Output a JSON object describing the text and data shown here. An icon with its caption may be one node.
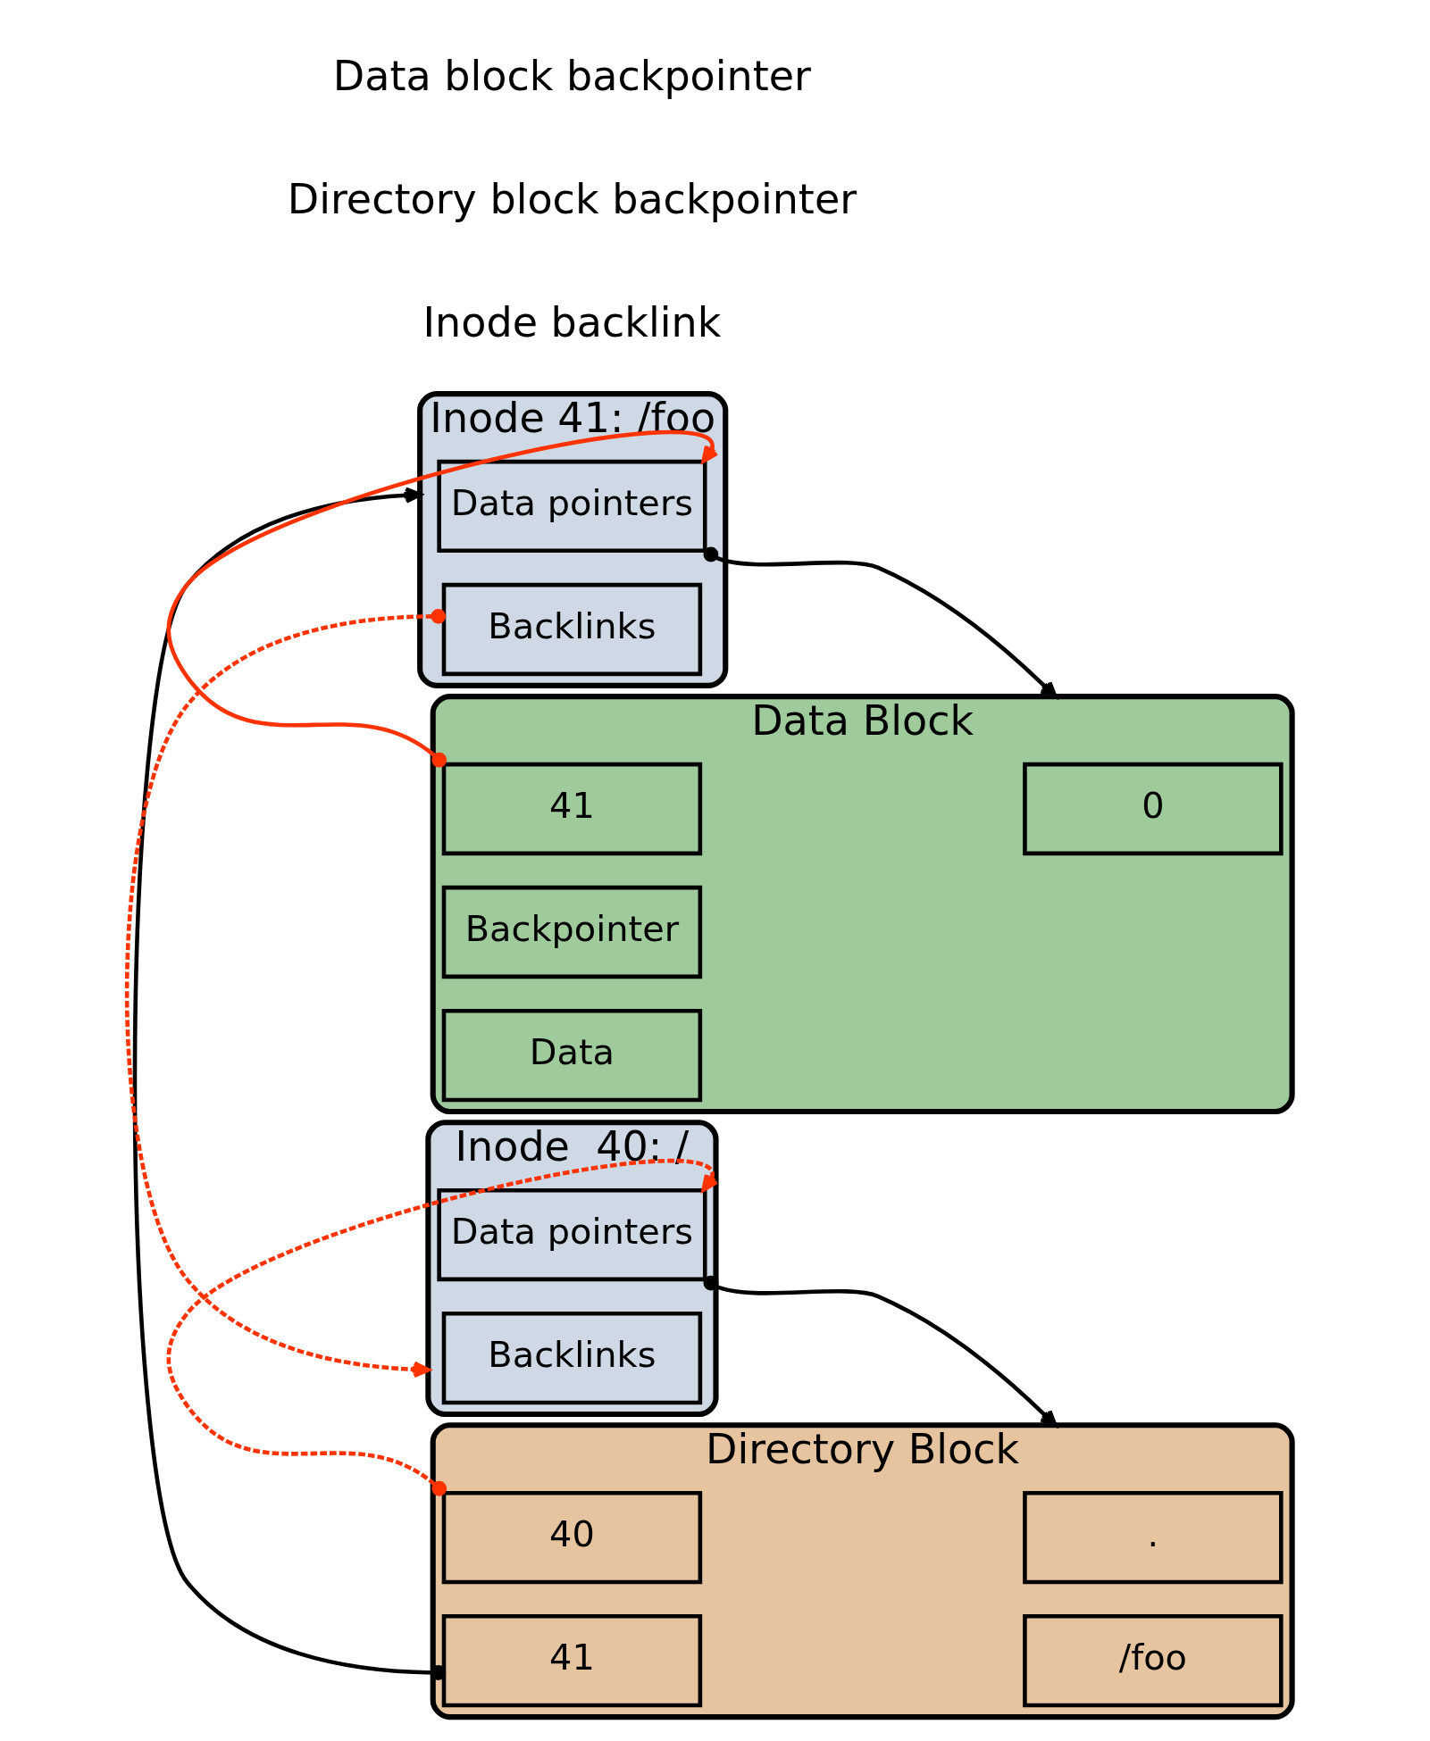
{
  "diagram": {
    "nodes": [
      {
        "text": [
          "Inode  40: /"
        ]
      },
      {
        "text": [
          "Data pointers"
        ],
        "in": 0
      },
      {
        "text": [
          "Backlinks"
        ],
        "in": 0
      },
      {
        "text": [
          "Directory Block"
        ]
      },
      {
        "text": [
          "40"
        ],
        "in": 3
      },
      {
        "text": [
          "."
        ],
        "in": 3
      },
      {
        "text": [
          "41"
        ],
        "in": 3
      },
      {
        "text": [
          "/foo"
        ],
        "in": 3
      },
      {
        "text": [
          "Inode 41: /foo"
        ]
      },
      {
        "text": [
          "Data pointers"
        ],
        "in": 8
      },
      {
        "text": [
          "Backlinks"
        ],
        "in": 8
      },
      {
        "text": [
          "Data Block"
        ]
      },
      {
        "text": [
          "41"
        ],
        "in": 11
      },
      {
        "text": [
          "0"
        ],
        "in": 11
      },
      {
        "text": [
          "Backpointer"
        ],
        "in": 11
      },
      {
        "text": [
          "Data"
        ],
        "in": 11
      }
    ],
    "edges": [
      {
        "from": 1,
        "to": 3,
        "arrow": "to",
        "color": "#000000"
      },
      {
        "from": 6,
        "to": 8,
        "arrow": "to",
        "color": "#000000"
      },
      {
        "from": 4,
        "to": 1,
        "arrow": "to",
        "style": "dashed",
        "color": "#ff3300"
      },
      {
        "from": 9,
        "to": 11,
        "arrow": "to",
        "color": "#000000"
      },
      {
        "from": 12,
        "to": 9,
        "arrow": "to",
        "color": "#ff3300"
      },
      {
        "from": 10,
        "to": 0,
        "arrow": "to",
        "style": "dashed",
        "color": "#ff3300"
      }
    ],
    "legend": [
      {
        "text": "Data block backpointer"
      },
      {
        "text": "Directory block backpointer"
      },
      {
        "text": "Inode backlink"
      }
    ]
  }
}
